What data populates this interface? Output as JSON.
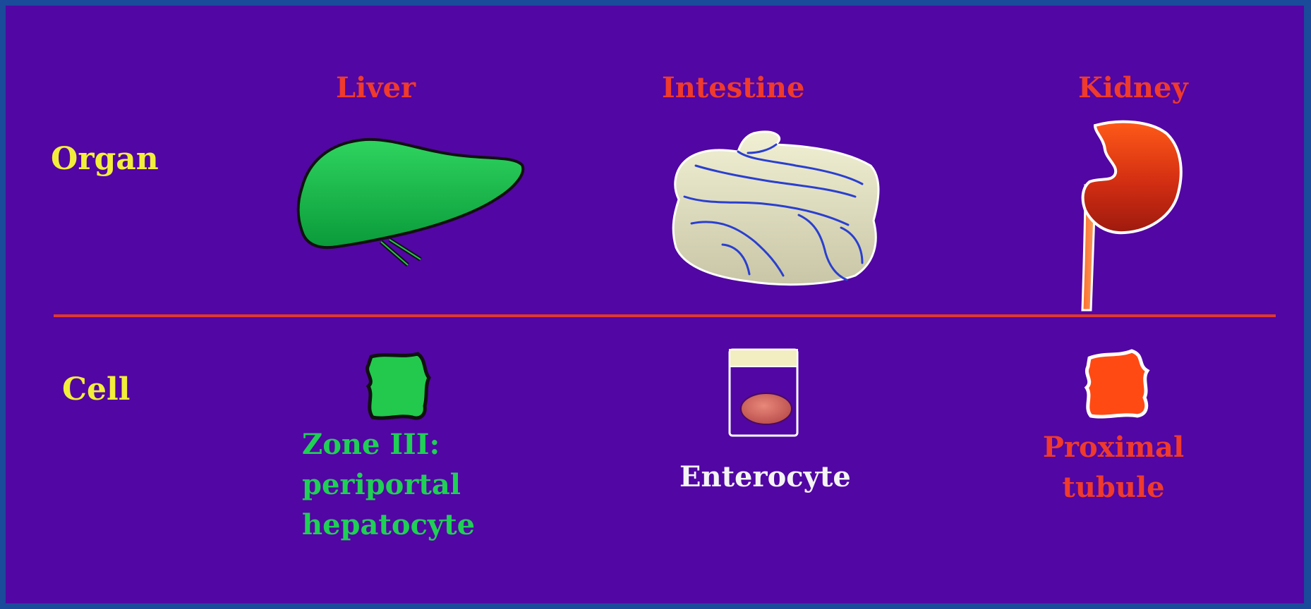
{
  "rows": {
    "organ": "Organ",
    "cell": "Cell"
  },
  "columns": [
    {
      "organ_name": "Liver",
      "cell_caption_lines": [
        "Zone III:",
        "periportal",
        "hepatocyte"
      ],
      "organ_icon": "liver-icon",
      "cell_icon": "hepatocyte-icon",
      "caption_color": "#1fd055"
    },
    {
      "organ_name": "Intestine",
      "cell_caption_lines": [
        "Enterocyte"
      ],
      "organ_icon": "intestine-icon",
      "cell_icon": "enterocyte-icon",
      "caption_color": "#f4f4f4"
    },
    {
      "organ_name": "Kidney",
      "cell_caption_lines": [
        "Proximal",
        "tubule"
      ],
      "organ_icon": "kidney-icon",
      "cell_icon": "proximal-tubule-cell-icon",
      "caption_color": "#ef3a2c"
    }
  ],
  "colors": {
    "background": "#5206a3",
    "border": "#1a4a9a",
    "row_label": "#f2ee3a",
    "organ_title": "#ef3a2c",
    "divider": "#e0382e"
  }
}
